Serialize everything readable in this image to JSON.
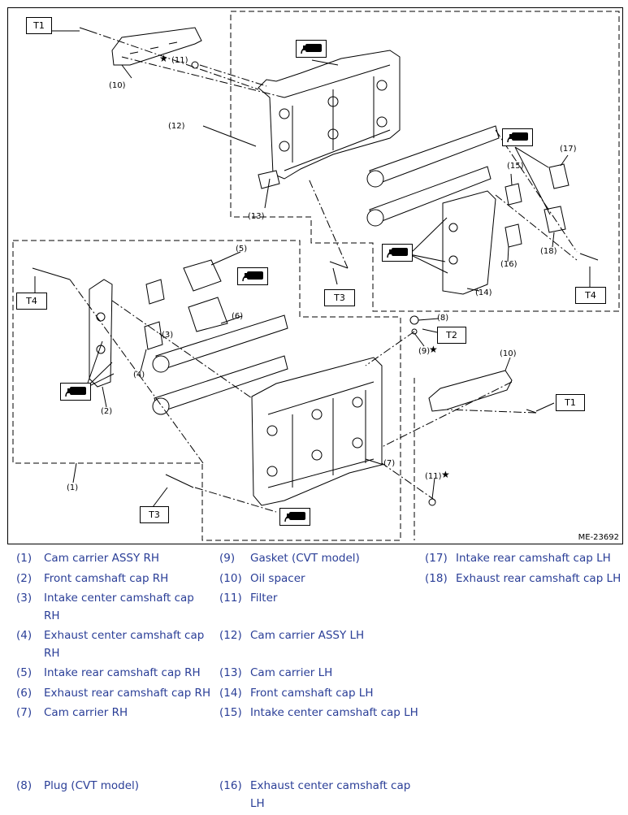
{
  "figure_code": "ME-23692",
  "torque_labels": [
    "T1",
    "T1",
    "T2",
    "T3",
    "T3",
    "T4",
    "T4"
  ],
  "callouts": [
    "(1)",
    "(2)",
    "(3)",
    "(4)",
    "(5)",
    "(6)",
    "(7)",
    "(8)",
    "(9)",
    "(10)",
    "(10)",
    "(11)",
    "(11)",
    "(12)",
    "(13)",
    "(14)",
    "(15)",
    "(16)",
    "(17)",
    "(18)"
  ],
  "icons": {
    "sealant": "sealant-tube-icon",
    "replace_part": "star-icon"
  },
  "star_symbol": "★",
  "legend": [
    {
      "num": "(1)",
      "text": "Cam carrier ASSY RH"
    },
    {
      "num": "(2)",
      "text": "Front camshaft cap RH"
    },
    {
      "num": "(3)",
      "text": "Intake center camshaft cap RH"
    },
    {
      "num": "(4)",
      "text": "Exhaust center camshaft cap RH"
    },
    {
      "num": "(5)",
      "text": "Intake rear camshaft cap RH"
    },
    {
      "num": "(6)",
      "text": "Exhaust rear camshaft cap RH"
    },
    {
      "num": "(7)",
      "text": "Cam carrier RH"
    },
    {
      "num": "(8)",
      "text": "Plug (CVT model)"
    },
    {
      "num": "(9)",
      "text": "Gasket (CVT model)"
    },
    {
      "num": "(10)",
      "text": "Oil spacer"
    },
    {
      "num": "(11)",
      "text": "Filter"
    },
    {
      "num": "(12)",
      "text": "Cam carrier ASSY LH"
    },
    {
      "num": "(13)",
      "text": "Cam carrier LH"
    },
    {
      "num": "(14)",
      "text": "Front camshaft cap LH"
    },
    {
      "num": "(15)",
      "text": "Intake center camshaft cap LH"
    },
    {
      "num": "(16)",
      "text": "Exhaust center camshaft cap LH"
    },
    {
      "num": "(17)",
      "text": "Intake rear camshaft cap LH"
    },
    {
      "num": "(18)",
      "text": "Exhaust rear camshaft cap LH"
    }
  ]
}
